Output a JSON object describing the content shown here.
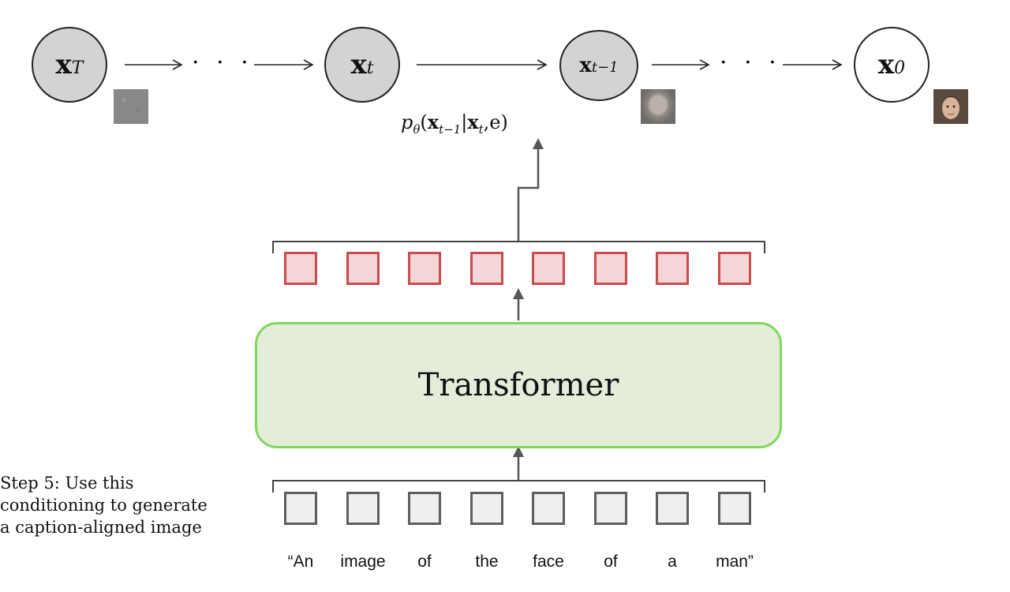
{
  "chain": {
    "nodes": [
      {
        "symbol": "x",
        "subscript": "T",
        "filled": true
      },
      {
        "symbol": "x",
        "subscript": "t",
        "filled": true
      },
      {
        "symbol": "x",
        "subscript": "t−1",
        "filled": true
      },
      {
        "symbol": "x",
        "subscript": "0",
        "filled": false
      }
    ],
    "ellipsis": "· · ·"
  },
  "formula": {
    "p": "p",
    "theta": "θ",
    "open": "(",
    "x1": "x",
    "x1_sub": "t−1",
    "bar": "|",
    "x2": "x",
    "x2_sub": "t",
    "cond": ",e",
    "close": ")"
  },
  "transformer": {
    "label": "Transformer"
  },
  "tokens": {
    "output_count": 8,
    "input_count": 8,
    "output_fill": "#f4d5d8",
    "output_border": "#c94c4e",
    "input_fill": "#efefef",
    "input_border": "#5e5e5e"
  },
  "caption_words": [
    "“An",
    "image",
    "of",
    "the",
    "face",
    "of",
    "a",
    "man”"
  ],
  "step_text": {
    "line1": "Step 5: Use this",
    "line2": "conditioning to generate",
    "line3": "a caption-aligned image"
  },
  "colors": {
    "transformer_fill": "#e3edda",
    "transformer_border": "#7fd75e",
    "node_fill": "#d3d3d3"
  }
}
